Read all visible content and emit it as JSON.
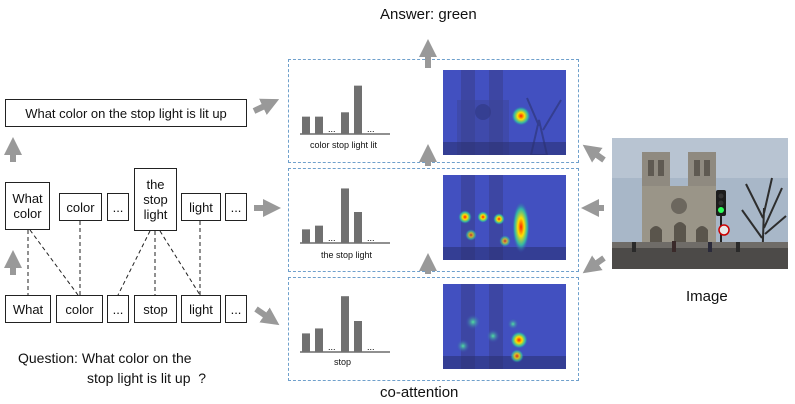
{
  "answer": "Answer: green",
  "image_label": "Image",
  "coattention_label": "co-attention",
  "question": {
    "line1": "Question: What color on the",
    "line2": "stop light is lit up  ?"
  },
  "sentence_box": "What color on the stop light is lit up",
  "phrase_level": [
    {
      "text": "What\ncolor"
    },
    {
      "text": "color"
    },
    {
      "text": "..."
    },
    {
      "text": "the\nstop\nlight"
    },
    {
      "text": "light"
    },
    {
      "text": "..."
    }
  ],
  "word_level": [
    {
      "text": "What"
    },
    {
      "text": "color"
    },
    {
      "text": "..."
    },
    {
      "text": "stop"
    },
    {
      "text": "light"
    },
    {
      "text": "..."
    }
  ],
  "charts": [
    {
      "caption": "color stop light lit",
      "ellipsis": [
        "...",
        "..."
      ]
    },
    {
      "caption": "the stop light",
      "ellipsis": [
        "...",
        "..."
      ]
    },
    {
      "caption": "stop",
      "ellipsis": [
        "...",
        "..."
      ]
    }
  ],
  "chart_data": [
    {
      "type": "bar",
      "bars": [
        0.28,
        0.28,
        0.0,
        0.35,
        0.78,
        0.0
      ],
      "caption": "color stop light lit"
    },
    {
      "type": "bar",
      "bars": [
        0.22,
        0.28,
        0.0,
        0.88,
        0.5,
        0.0
      ],
      "caption": "the stop light"
    },
    {
      "type": "bar",
      "bars": [
        0.3,
        0.38,
        0.0,
        0.9,
        0.5,
        0.0
      ],
      "caption": "stop"
    }
  ],
  "colors": {
    "arrow": "#999999",
    "dashed": "#6fa0cc",
    "heat_blue": "#3a44b8"
  }
}
